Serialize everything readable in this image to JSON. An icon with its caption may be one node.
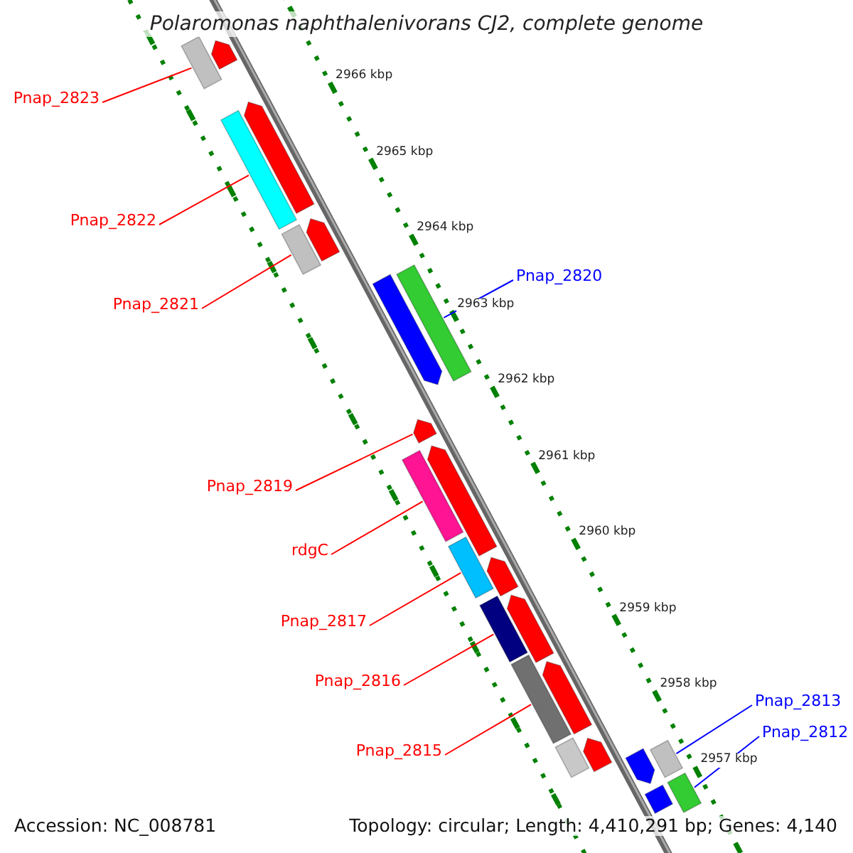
{
  "diagram": {
    "title": "Polaromonas naphthalenivorans CJ2, complete genome",
    "nodes": [
      {
        "text": [
          "Pnap_2823"
        ]
      },
      {
        "text": [
          "Pnap_2822"
        ]
      },
      {
        "text": [
          "Pnap_2821"
        ]
      },
      {
        "text": [
          "Pnap_2820"
        ]
      },
      {
        "text": [
          "Pnap_2819"
        ]
      },
      {
        "text": [
          "rdgC"
        ]
      },
      {
        "text": [
          "Pnap_2817"
        ]
      },
      {
        "text": [
          "Pnap_2816"
        ]
      },
      {
        "text": [
          "Pnap_2815"
        ]
      },
      {
        "text": [
          "Pnap_2813"
        ]
      },
      {
        "text": [
          "Pnap_2812"
        ]
      },
      {
        "text": [],
        "shape": "bar"
      },
      {
        "text": [],
        "shape": "bar"
      },
      {
        "text": [],
        "shape": "bar"
      },
      {
        "text": [],
        "shape": "bar"
      },
      {
        "text": [],
        "shape": "bar"
      },
      {
        "text": [],
        "shape": "bar"
      },
      {
        "text": [],
        "shape": "bar"
      },
      {
        "text": [],
        "shape": "bar"
      },
      {
        "text": [],
        "shape": "bar"
      },
      {
        "text": [],
        "shape": "bar"
      },
      {
        "text": [],
        "shape": "bar"
      },
      {
        "text": [],
        "shape": "bar"
      },
      {
        "text": [],
        "shape": "bar"
      },
      {
        "text": [],
        "shape": "bar"
      },
      {
        "text": [],
        "shape": "bar"
      },
      {
        "text": [],
        "shape": "bar"
      },
      {
        "text": [],
        "shape": "bar"
      },
      {
        "text": [],
        "shape": "bar"
      },
      {
        "text": [],
        "shape": "bar"
      },
      {
        "text": [],
        "shape": "bar"
      },
      {
        "text": [],
        "shape": "bar"
      },
      {
        "text": [],
        "shape": "bar"
      },
      {
        "text": [],
        "shape": "bar"
      }
    ],
    "edges": [
      {
        "from": 0,
        "to": 11,
        "arrow": "none"
      },
      {
        "from": 1,
        "to": 14,
        "arrow": "none"
      },
      {
        "from": 2,
        "to": 16,
        "arrow": "none"
      },
      {
        "from": 3,
        "to": 18,
        "arrow": "none",
        "color": "#0000ff"
      },
      {
        "from": 4,
        "to": 19,
        "arrow": "none"
      },
      {
        "from": 5,
        "to": 20,
        "arrow": "none"
      },
      {
        "from": 6,
        "to": 22,
        "arrow": "none"
      },
      {
        "from": 7,
        "to": 24,
        "arrow": "none"
      },
      {
        "from": 8,
        "to": 26,
        "arrow": "none"
      },
      {
        "from": 9,
        "to": 31,
        "arrow": "none",
        "color": "#0000ff"
      },
      {
        "from": 10,
        "to": 33,
        "arrow": "none",
        "color": "#0000ff"
      }
    ],
    "labels": [
      "2966 kbp",
      "2965 kbp",
      "2964 kbp",
      "2963 kbp",
      "2962 kbp",
      "2961 kbp",
      "2960 kbp",
      "2959 kbp",
      "2958 kbp",
      "2957 kbp",
      "Accession: NC_008781",
      "Topology: circular; Length: 4,410,291 bp; Genes: 4,140"
    ]
  }
}
